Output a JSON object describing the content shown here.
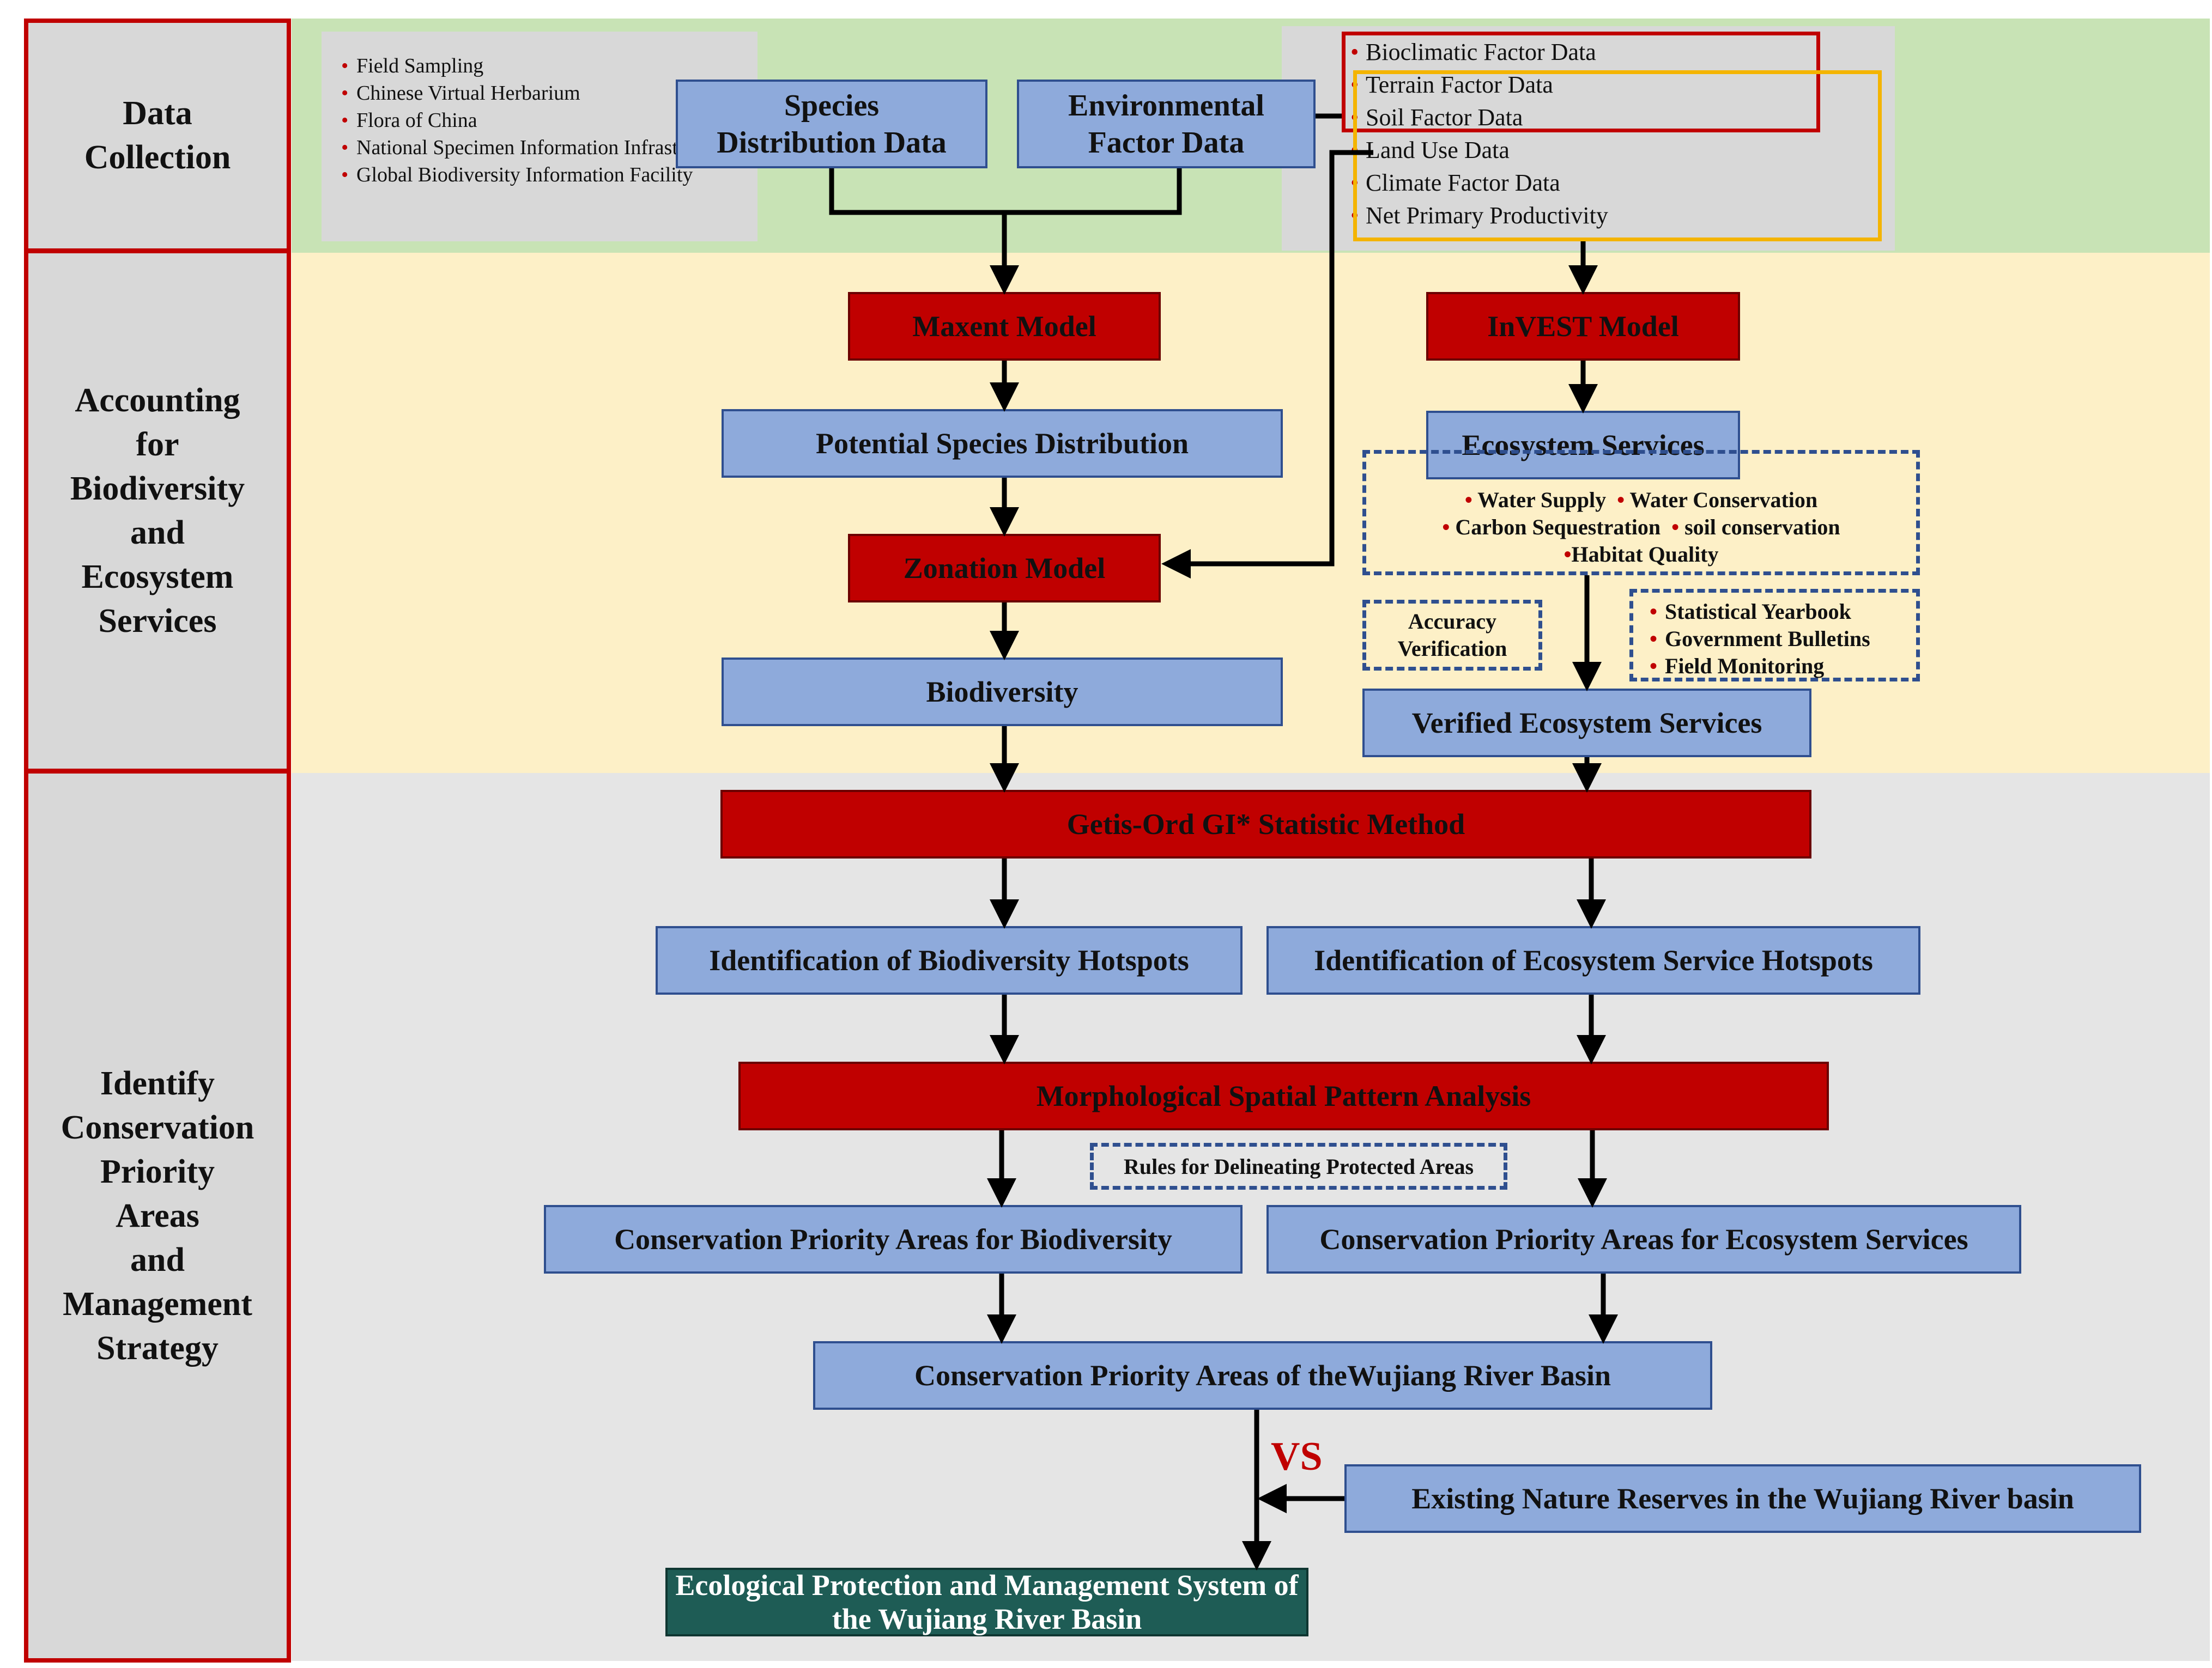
{
  "stages": {
    "data_collection": "Data\nCollection",
    "accounting": "Accounting\nfor\nBiodiversity\nand\nEcosystem\nServices",
    "identify": "Identify\nConservation\nPriority\nAreas\nand\nManagement\nStrategy"
  },
  "sources_left": [
    "Field Sampling",
    "Chinese Virtual Herbarium",
    "Flora of China",
    "National Specimen Information Infrastructure",
    "Global Biodiversity Information Facility"
  ],
  "sources_right": [
    "Bioclimatic Factor Data",
    "Terrain Factor Data",
    "Soil Factor Data",
    "Land Use Data",
    "Climate Factor Data",
    "Net Primary Productivity"
  ],
  "nodes": {
    "species_distribution": "Species\nDistribution Data",
    "environmental_factor": "Environmental\nFactor Data",
    "maxent": "Maxent Model",
    "invest": "InVEST Model",
    "potential_species": "Potential Species Distribution",
    "ecosystem_services": "Ecosystem Services",
    "zonation": "Zonation Model",
    "biodiversity": "Biodiversity",
    "verified_es": "Verified Ecosystem Services",
    "getis_ord": "Getis-Ord GI* Statistic Method",
    "bio_hotspots": "Identification of Biodiversity Hotspots",
    "es_hotspots": "Identification of Ecosystem Service Hotspots",
    "mspa": "Morphological Spatial Pattern Analysis",
    "rules": "Rules for Delineating Protected Areas",
    "cpa_bio": "Conservation Priority Areas for Biodiversity",
    "cpa_es": "Conservation Priority Areas for Ecosystem Services",
    "cpa_basin": "Conservation Priority Areas of theWujiang River Basin",
    "existing_reserves": "Existing Nature Reserves in the Wujiang River basin",
    "final": "Ecological Protection and Management System of the Wujiang River Basin",
    "vs": "VS",
    "accuracy": "Accuracy\nVerification"
  },
  "es_items": {
    "row1a": "Water Supply",
    "row1b": "Water Conservation",
    "row2a": "Carbon Sequestration",
    "row2b": "soil conservation",
    "row3": "Habitat Quality"
  },
  "verification_sources": [
    "Statistical Yearbook",
    "Government Bulletins",
    "Field Monitoring"
  ],
  "colors": {
    "stage_border": "#c00000",
    "node_blue": "#8eaadb",
    "node_red": "#c00000",
    "node_teal": "#1e5c55",
    "band_green": "#c8e3b5",
    "band_yellow": "#fdf0c7",
    "band_gray": "#e5e5e5",
    "highlight_red": "#c00000",
    "highlight_orange": "#f4b400"
  }
}
